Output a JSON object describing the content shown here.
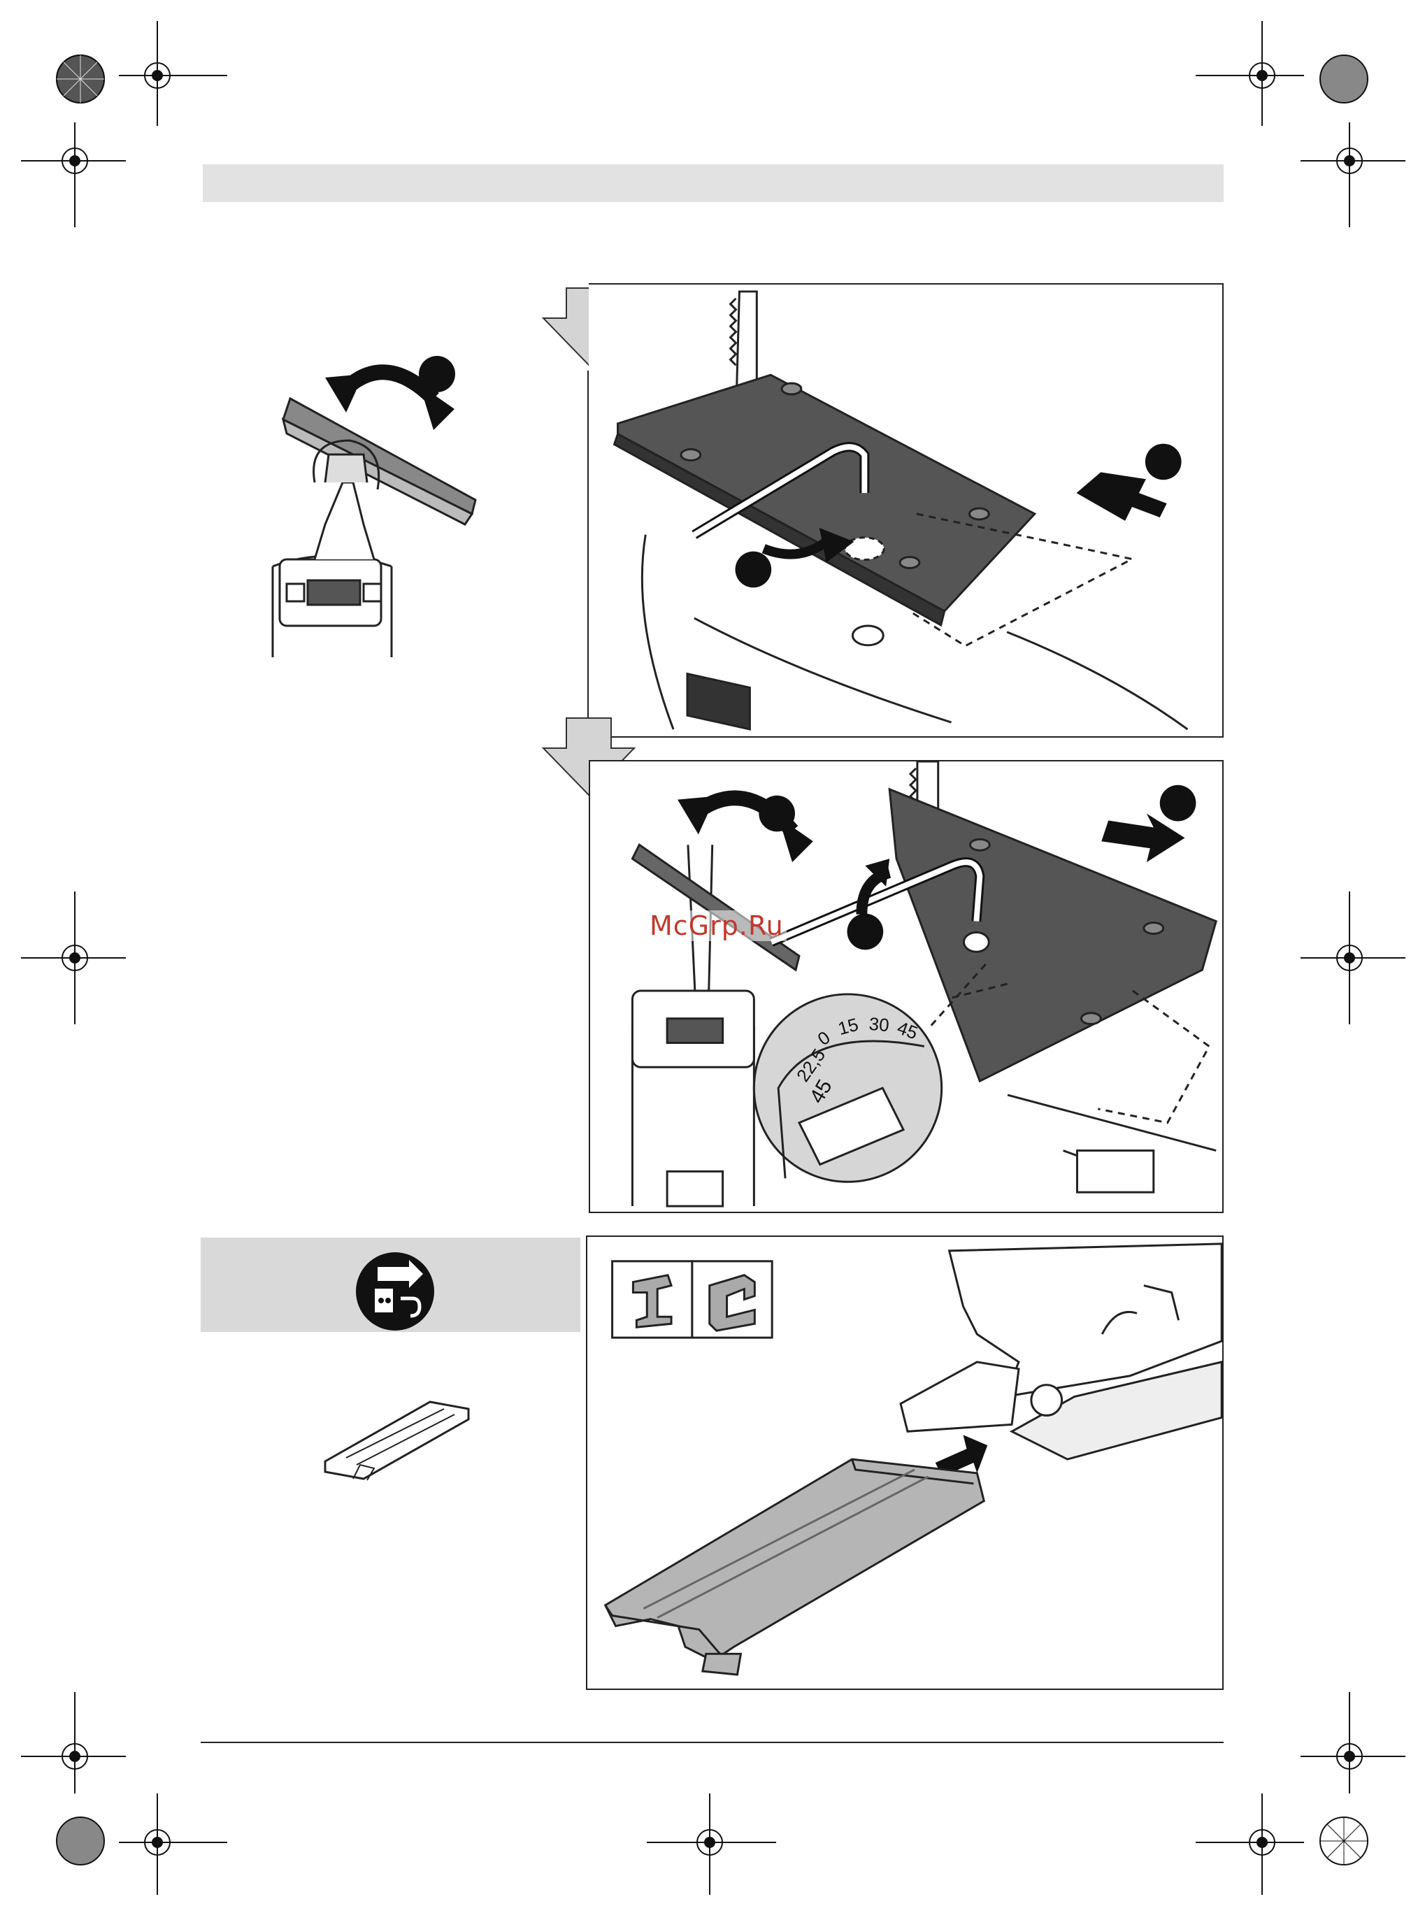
{
  "watermark": {
    "text": "McGrp.Ru"
  },
  "scale": {
    "labels": [
      "45",
      "22,5",
      "0",
      "15",
      "30",
      "45"
    ]
  },
  "icons": {
    "step_arrow": "down-arrow-icon",
    "unplug": "unplug-from-mains-icon",
    "material_metal": "steel-beam-icon",
    "material_profile": "aluminium-profile-icon",
    "registration": "crosshair-registration-icon"
  },
  "colors": {
    "header_bar": "#e2e2e2",
    "gray_block": "#d9d9d9",
    "plate_dark": "#555555",
    "shoe_gray": "#b5b5b5",
    "watermark": "#c0392b",
    "line": "#222222"
  }
}
